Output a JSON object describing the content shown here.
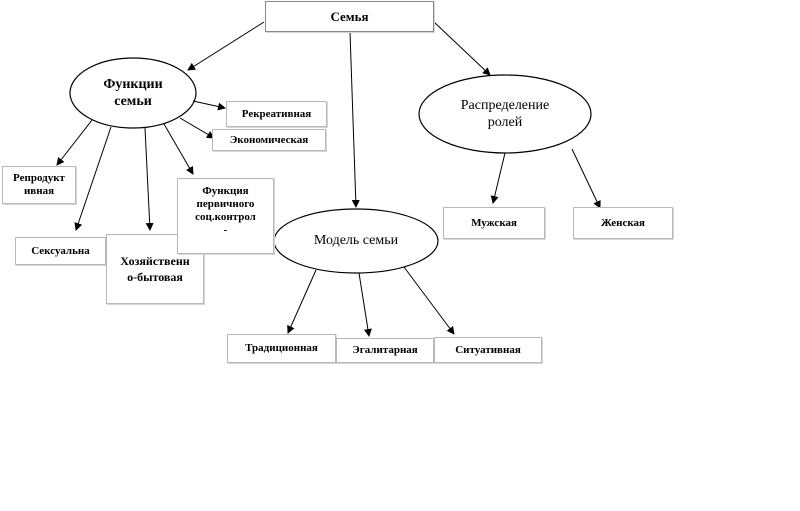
{
  "root": {
    "label": "Семья"
  },
  "ovals": {
    "functions": {
      "line1": "Функции",
      "line2": "семьи"
    },
    "roles": {
      "line1": "Распределение",
      "line2": "ролей"
    },
    "model": {
      "label": "Модель семьи"
    }
  },
  "functions": {
    "recreational": "Рекреативная",
    "economic": "Экономическая",
    "reproductive": {
      "line1": "Репродукт",
      "line2": "ивная"
    },
    "sexual": "Сексуальна",
    "household": {
      "line1": "Хозяйственн",
      "line2": "о-бытовая"
    },
    "social_control": {
      "line1": "Функция",
      "line2": "первичного",
      "line3": "соц.контрол",
      "line4": "-"
    }
  },
  "roles": {
    "male": "Мужская",
    "female": "Женская"
  },
  "models": {
    "traditional": "Традиционная",
    "egalitarian": "Эгалитарная",
    "situational": "Ситуативная"
  },
  "colors": {
    "stroke": "#000000",
    "box_border": "#b8b8b8",
    "background": "#ffffff"
  }
}
